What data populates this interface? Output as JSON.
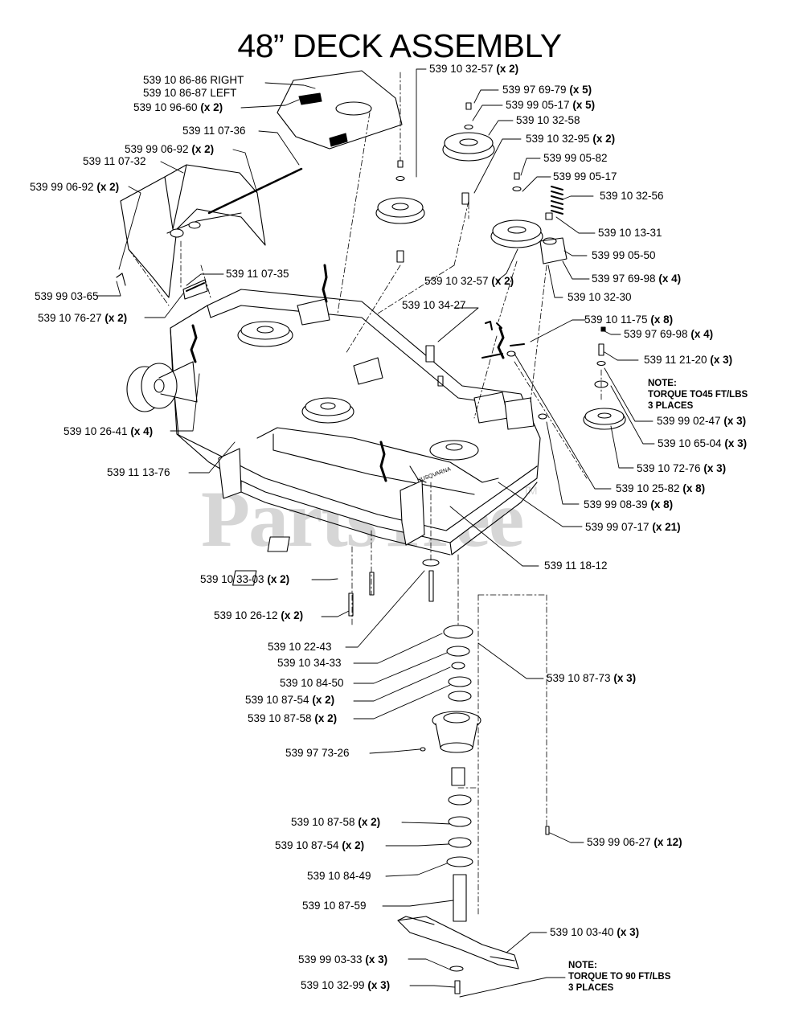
{
  "title": "48” DECK ASSEMBLY",
  "watermark": "PartsTree",
  "watermark_mark": "TM",
  "labels": [
    {
      "id": "l01",
      "part": "539 10 86-86 RIGHT",
      "qty": ""
    },
    {
      "id": "l02",
      "part": "539 10 86-87 LEFT",
      "qty": ""
    },
    {
      "id": "l03",
      "part": "539 10 96-60",
      "qty": "(x 2)"
    },
    {
      "id": "l04",
      "part": "539 11 07-36",
      "qty": ""
    },
    {
      "id": "l05",
      "part": "539 99 06-92",
      "qty": "(x 2)"
    },
    {
      "id": "l06",
      "part": "539 11 07-32",
      "qty": ""
    },
    {
      "id": "l07",
      "part": "539 99 06-92",
      "qty": "(x 2)"
    },
    {
      "id": "l08",
      "part": "539 99 03-65",
      "qty": ""
    },
    {
      "id": "l09",
      "part": "539 11 07-35",
      "qty": ""
    },
    {
      "id": "l10",
      "part": "539 10 76-27",
      "qty": "(x 2)"
    },
    {
      "id": "l11",
      "part": "539 10 26-41",
      "qty": "(x 4)"
    },
    {
      "id": "l12",
      "part": "539 11 13-76",
      "qty": ""
    },
    {
      "id": "l13",
      "part": "539 10 32-57",
      "qty": "(x 2)"
    },
    {
      "id": "l14",
      "part": "539 97 69-79",
      "qty": "(x 5)"
    },
    {
      "id": "l15",
      "part": "539 99 05-17",
      "qty": "(x 5)"
    },
    {
      "id": "l16",
      "part": "539 10 32-58",
      "qty": ""
    },
    {
      "id": "l17",
      "part": "539 10 32-95",
      "qty": "(x 2)"
    },
    {
      "id": "l18",
      "part": "539 99 05-82",
      "qty": ""
    },
    {
      "id": "l19",
      "part": "539 99 05-17",
      "qty": ""
    },
    {
      "id": "l20",
      "part": "539 10 32-56",
      "qty": ""
    },
    {
      "id": "l21",
      "part": "539 10 13-31",
      "qty": ""
    },
    {
      "id": "l22",
      "part": "539 99 05-50",
      "qty": ""
    },
    {
      "id": "l23",
      "part": "539 10 32-57",
      "qty": "(x 2)"
    },
    {
      "id": "l24",
      "part": "539 97 69-98",
      "qty": "(x 4)"
    },
    {
      "id": "l25",
      "part": "539 10 32-30",
      "qty": ""
    },
    {
      "id": "l26",
      "part": "539 10 34-27",
      "qty": ""
    },
    {
      "id": "l27",
      "part": "539 10 11-75",
      "qty": "(x 8)"
    },
    {
      "id": "l28",
      "part": "539 97 69-98",
      "qty": "(x 4)"
    },
    {
      "id": "l29",
      "part": "539 11 21-20",
      "qty": "(x 3)"
    },
    {
      "id": "l30",
      "part": "539 99 02-47",
      "qty": "(x 3)"
    },
    {
      "id": "l31",
      "part": "539 10 65-04",
      "qty": "(x 3)"
    },
    {
      "id": "l32",
      "part": "539 10 72-76",
      "qty": "(x 3)"
    },
    {
      "id": "l33",
      "part": "539 10 25-82",
      "qty": "(x 8)"
    },
    {
      "id": "l34",
      "part": "539 99 08-39",
      "qty": "(x 8)"
    },
    {
      "id": "l35",
      "part": "539 99 07-17",
      "qty": "(x 21)"
    },
    {
      "id": "l36",
      "part": "539 11 18-12",
      "qty": ""
    },
    {
      "id": "l37",
      "part": "539 10 33-03",
      "qty": "(x 2)"
    },
    {
      "id": "l38",
      "part": "539 10 26-12",
      "qty": "(x 2)"
    },
    {
      "id": "l39",
      "part": "539 10 22-43",
      "qty": ""
    },
    {
      "id": "l40",
      "part": "539 10 34-33",
      "qty": ""
    },
    {
      "id": "l41",
      "part": "539 10 84-50",
      "qty": ""
    },
    {
      "id": "l42",
      "part": "539 10 87-54",
      "qty": "(x 2)"
    },
    {
      "id": "l43",
      "part": "539 10 87-58",
      "qty": "(x 2)"
    },
    {
      "id": "l44",
      "part": "539 10 87-73",
      "qty": "(x 3)"
    },
    {
      "id": "l45",
      "part": "539 97 73-26",
      "qty": ""
    },
    {
      "id": "l46",
      "part": "539 10 87-58",
      "qty": "(x 2)"
    },
    {
      "id": "l47",
      "part": "539 10 87-54",
      "qty": "(x 2)"
    },
    {
      "id": "l48",
      "part": "539 99 06-27",
      "qty": "(x 12)"
    },
    {
      "id": "l49",
      "part": "539 10 84-49",
      "qty": ""
    },
    {
      "id": "l50",
      "part": "539 10 87-59",
      "qty": ""
    },
    {
      "id": "l51",
      "part": "539 10 03-40",
      "qty": "(x 3)"
    },
    {
      "id": "l52",
      "part": "539 99 03-33",
      "qty": "(x 3)"
    },
    {
      "id": "l53",
      "part": "539 10 32-99",
      "qty": "(x 3)"
    }
  ],
  "notes": [
    {
      "id": "n1",
      "lines": [
        "NOTE:",
        "TORQUE TO45 FT/LBS",
        "3 PLACES"
      ]
    },
    {
      "id": "n2",
      "lines": [
        "NOTE:",
        "TORQUE TO 90 FT/LBS",
        "3 PLACES"
      ]
    }
  ]
}
